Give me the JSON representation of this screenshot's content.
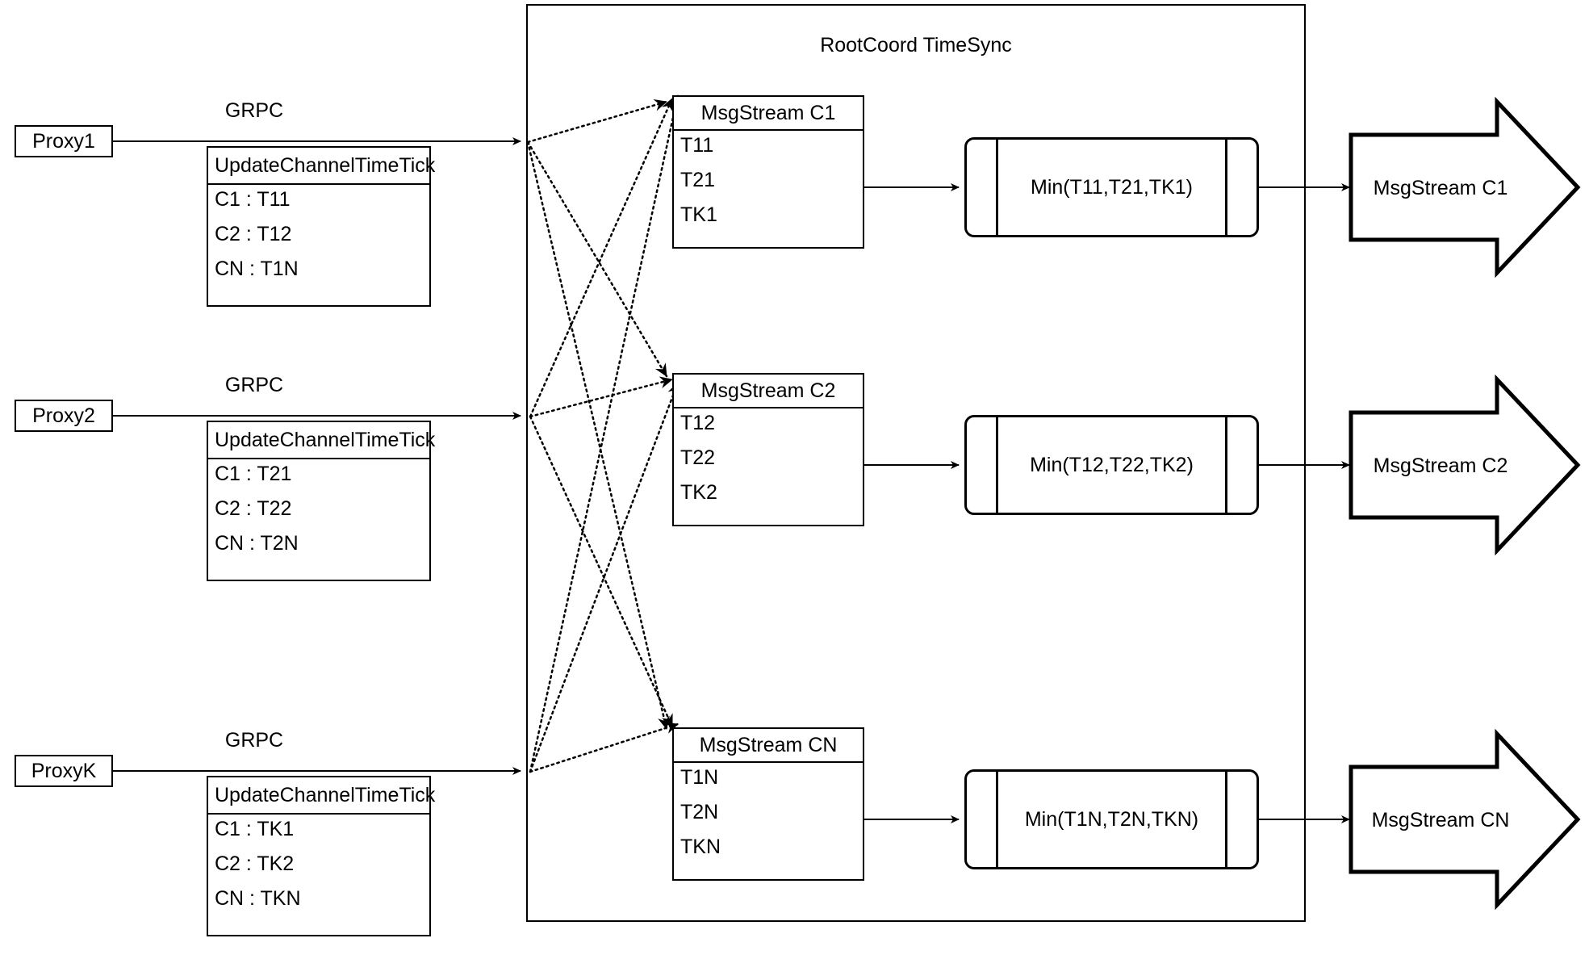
{
  "diagram": {
    "title": "RootCoord TimeSync",
    "container_label": "RootCoord TimeSync"
  },
  "proxies": [
    {
      "name": "Proxy1",
      "link_label": "GRPC",
      "request": {
        "header": "UpdateChannelTimeTick",
        "rows": [
          "C1 :  T11",
          "C2 :  T12",
          "CN : T1N"
        ]
      }
    },
    {
      "name": "Proxy2",
      "link_label": "GRPC",
      "request": {
        "header": "UpdateChannelTimeTick",
        "rows": [
          "C1 :  T21",
          "C2 :  T22",
          "CN : T2N"
        ]
      }
    },
    {
      "name": "ProxyK",
      "link_label": "GRPC",
      "request": {
        "header": "UpdateChannelTimeTick",
        "rows": [
          "C1 :  TK1",
          "C2 :  TK2",
          "CN : TKN"
        ]
      }
    }
  ],
  "channels": [
    {
      "msgstream": {
        "header": "MsgStream C1",
        "rows": [
          "T11",
          "T21",
          "TK1"
        ]
      },
      "reducer": "Min(T11,T21,TK1)",
      "output": "MsgStream C1"
    },
    {
      "msgstream": {
        "header": "MsgStream C2",
        "rows": [
          "T12",
          "T22",
          "TK2"
        ]
      },
      "reducer": "Min(T12,T22,TK2)",
      "output": "MsgStream C2"
    },
    {
      "msgstream": {
        "header": "MsgStream CN",
        "rows": [
          "T1N",
          "T2N",
          "TKN"
        ]
      },
      "reducer": "Min(T1N,T2N,TKN)",
      "output": "MsgStream CN"
    }
  ],
  "colors": {
    "stroke": "#000000",
    "background": "#ffffff"
  }
}
